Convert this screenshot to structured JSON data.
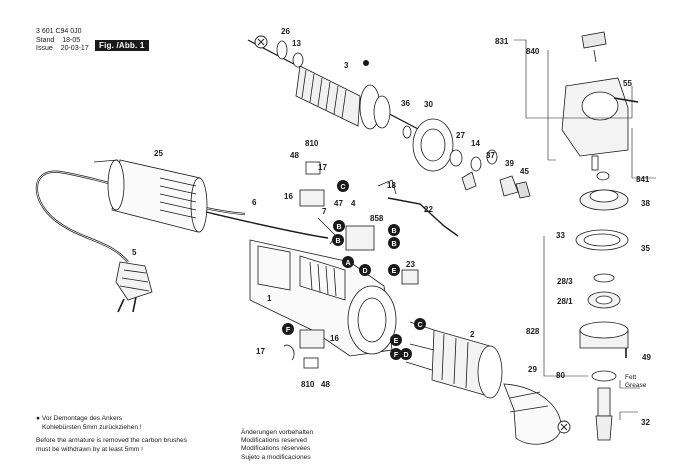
{
  "header": {
    "doc_number": "3 601 C94 0J0",
    "stand_label": "Stand",
    "stand_value": "18-05",
    "issue_label": "Issue",
    "issue_value": "20-03-17",
    "figure_label": "Fig. /Abb. 1"
  },
  "notes": {
    "de_line1": "Vor Demontage des Ankers",
    "de_line2": "Kohlebürsten 5mm zurückziehen !",
    "en_line1": "Before the armature is removed the carbon brushes",
    "en_line2": "must be withdrawn by at least 5mm !",
    "changes": [
      "Änderungen vorbehalten",
      "Modifications reserved",
      "Modifications réservées",
      "Sujeto a modificaciones"
    ]
  },
  "grease_label": [
    "Fett",
    "Grease"
  ],
  "part_labels": [
    "26",
    "13",
    "3",
    "36",
    "30",
    "27",
    "14",
    "37",
    "39",
    "45",
    "5",
    "55",
    "831",
    "840",
    "841",
    "38",
    "33",
    "35",
    "28/3",
    "28/1",
    "828",
    "49",
    "80",
    "32",
    "1",
    "2",
    "4",
    "6",
    "7",
    "16",
    "17",
    "18",
    "22",
    "23",
    "25",
    "29",
    "47",
    "48",
    "810",
    "858",
    "17",
    "16",
    "810",
    "48"
  ],
  "marker_letters": [
    "A",
    "B",
    "C",
    "D",
    "E",
    "F"
  ],
  "colors": {
    "ink": "#1a1a1a",
    "marker_fill": "#1a1a1a"
  }
}
